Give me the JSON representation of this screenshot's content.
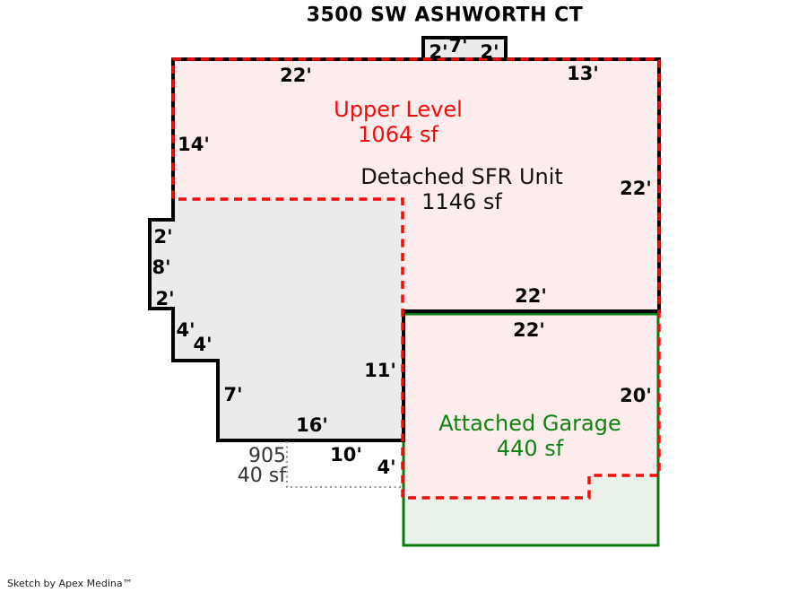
{
  "title": "3500 SW ASHWORTH CT",
  "footer": "Sketch by Apex Medina™",
  "areas": {
    "upper": {
      "name": "Upper Level",
      "size": "1064 sf"
    },
    "sfr": {
      "name": "Detached SFR Unit",
      "size": "1146 sf"
    },
    "garage": {
      "name": "Attached Garage",
      "size": "440 sf"
    },
    "porch": {
      "code": "905",
      "size": "40 sf"
    }
  },
  "dims": [
    "22'",
    "2'",
    "7'",
    "2'",
    "13'",
    "14'",
    "22'",
    "2'",
    "8'",
    "2'",
    "4'",
    "4'",
    "7'",
    "11'",
    "16'",
    "10'",
    "4'",
    "22'",
    "22'",
    "20'"
  ],
  "colors": {
    "red": "#f70a0a",
    "green_line": "#0a7a0a",
    "green_text": "#108212",
    "pink_fill": "#fdecec",
    "gray_fill": "#ebebeb",
    "green_fill": "#e9f2e9",
    "wall_black": "#000000",
    "dotted_gray": "#8c8c8c"
  }
}
